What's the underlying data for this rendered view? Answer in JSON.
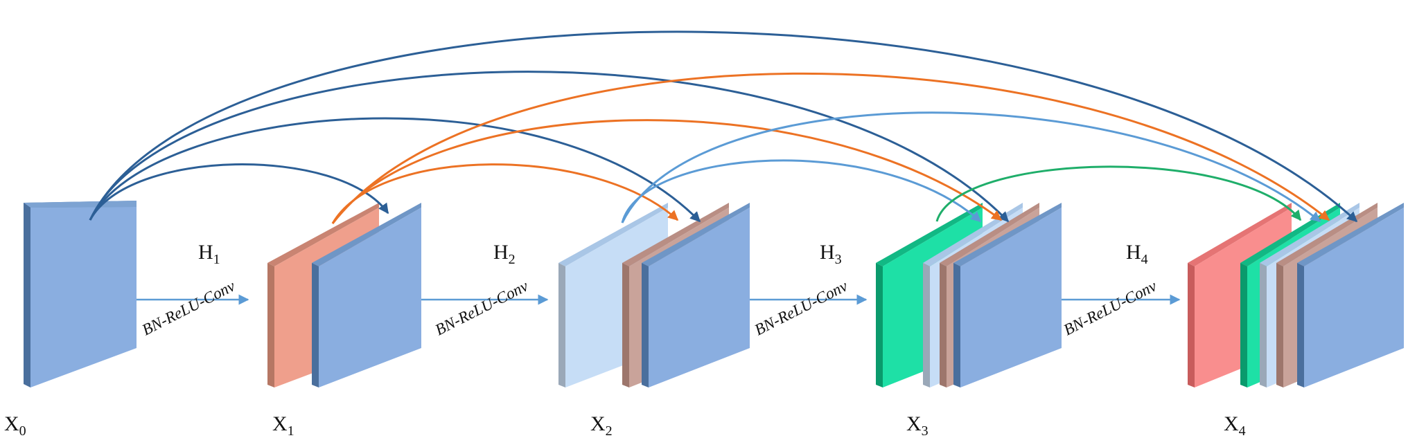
{
  "diagram": {
    "nodes": [
      {
        "base": "X",
        "sub": "0"
      },
      {
        "base": "X",
        "sub": "1"
      },
      {
        "base": "X",
        "sub": "2"
      },
      {
        "base": "X",
        "sub": "3"
      },
      {
        "base": "X",
        "sub": "4"
      }
    ],
    "transitions": [
      {
        "base": "H",
        "sub": "1",
        "op": "BN-ReLU-Conv"
      },
      {
        "base": "H",
        "sub": "2",
        "op": "BN-ReLU-Conv"
      },
      {
        "base": "H",
        "sub": "3",
        "op": "BN-ReLU-Conv"
      },
      {
        "base": "H",
        "sub": "4",
        "op": "BN-ReLU-Conv"
      }
    ],
    "colors": {
      "x0_output": "#8aaee0",
      "x1_output": "#ef9f8c",
      "x2_output": "#c6ddf6",
      "x3_output": "#1ee0a6",
      "x4_output": "#f98e8e",
      "arrow_from_x0": "#2c5f96",
      "arrow_from_x1": "#ec7224",
      "arrow_from_x2": "#5b9bd5",
      "arrow_from_x3": "#1fae6a",
      "flow_arrow": "#5b9bd5"
    }
  }
}
